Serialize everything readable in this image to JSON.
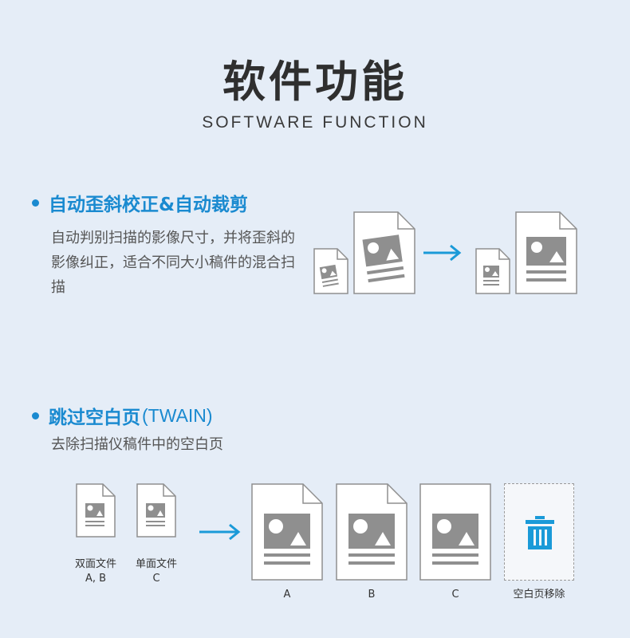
{
  "header": {
    "title": "软件功能",
    "subtitle": "SOFTWARE FUNCTION"
  },
  "section1": {
    "heading": "自动歪斜校正&自动裁剪",
    "description": "自动判别扫描的影像尺寸，并将歪斜的影像纠正，适合不同大小稿件的混合扫描"
  },
  "section2": {
    "heading": "跳过空白页",
    "heading_suffix": "(TWAIN)",
    "description": "去除扫描仪稿件中的空白页",
    "captions": {
      "duplex": "双面文件",
      "duplex_pages": "A, B",
      "simplex": "单面文件",
      "simplex_page": "C",
      "out_a": "A",
      "out_b": "B",
      "out_c": "C",
      "removed": "空白页移除"
    }
  },
  "colors": {
    "background": "#e5edf7",
    "accent": "#1a8ad0",
    "title": "#2f2f2f",
    "icon_gray": "#8f8f8f"
  },
  "icons": [
    "document-icon",
    "arrow-right-icon",
    "trash-icon"
  ]
}
